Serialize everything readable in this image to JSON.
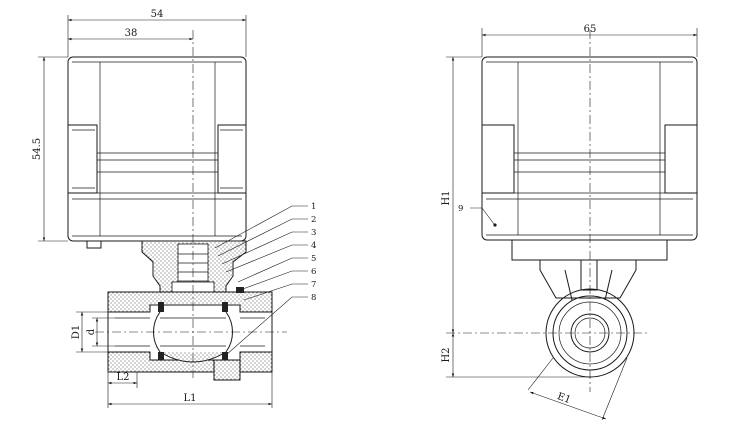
{
  "front_view": {
    "dimensions": {
      "overall_width": "54",
      "axis_offset": "38",
      "actuator_height": "54.5",
      "length": "L1",
      "thread_length": "L2",
      "outer_diameter": "D1",
      "bore_diameter": "d"
    },
    "part_numbers": [
      "1",
      "2",
      "3",
      "4",
      "5",
      "6",
      "7",
      "8"
    ]
  },
  "side_view": {
    "dimensions": {
      "overall_width": "65",
      "height_actuator": "H1",
      "height_pipe": "H2",
      "flat_width": "E1"
    },
    "part_number": "9"
  }
}
